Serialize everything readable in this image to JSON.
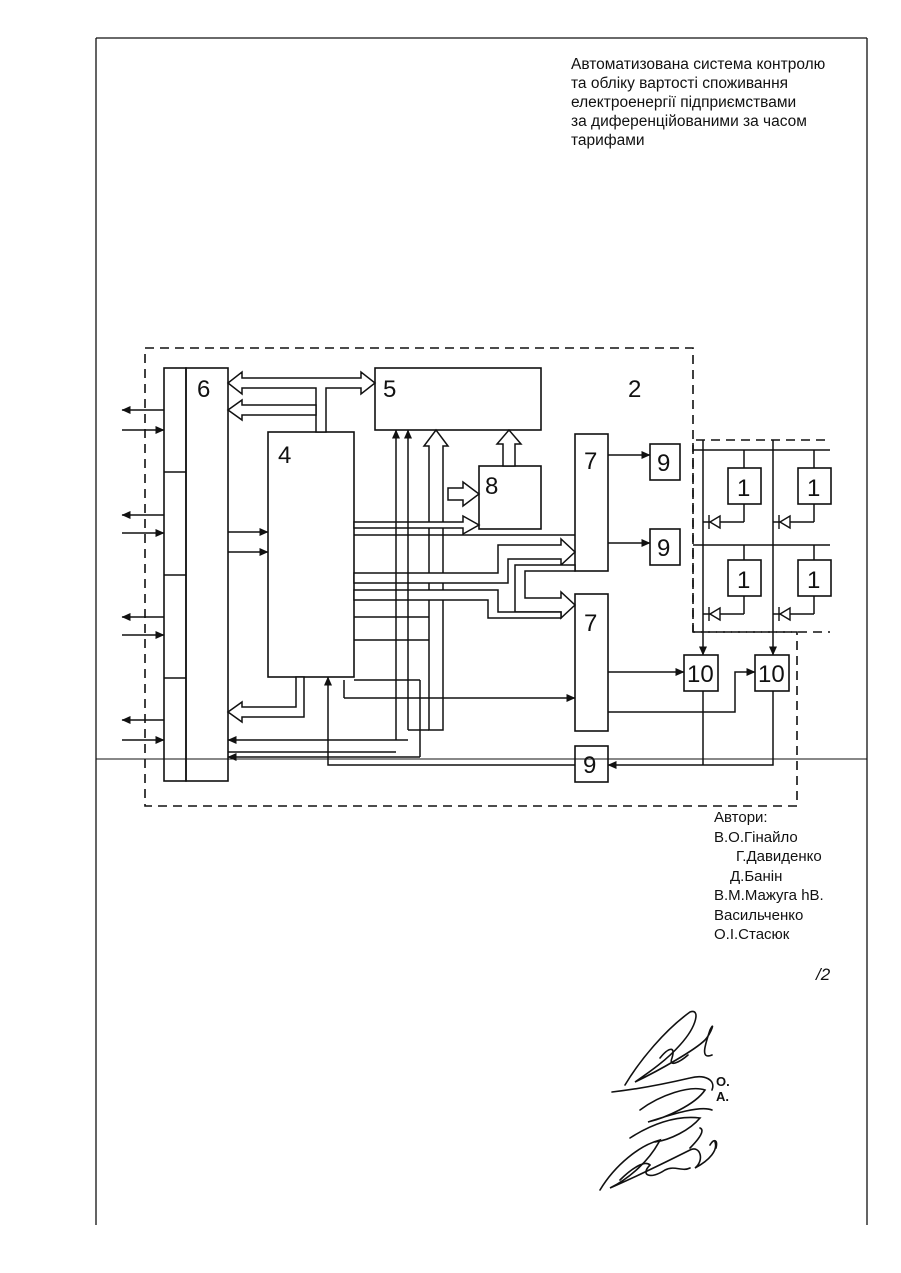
{
  "document": {
    "title_lines": [
      "Автоматизована система контролю",
      "та обліку вартості споживання",
      "електроенергії підприємствами",
      "за диференційованими за часом",
      "тарифами"
    ],
    "authors": {
      "heading": "Автори:",
      "lines": [
        "В.О.Гінайло",
        "Г.Давиденко",
        "Д.Банін",
        "В.М.Мажуга hВ.",
        "Васильченко",
        "О.І.Стасюк"
      ]
    },
    "page_mark": "/2",
    "signature_letters": [
      "О.",
      "А."
    ]
  },
  "diagram": {
    "block_labels": {
      "block_6": "6",
      "block_5": "5",
      "block_2": "2",
      "block_4": "4",
      "block_8": "8",
      "block_7_top": "7",
      "block_7_bottom": "7",
      "block_9_top": "9",
      "block_9_mid": "9",
      "block_9_bottom": "9",
      "block_10_left": "10",
      "block_10_right": "10",
      "meter_1_a": "1",
      "meter_1_b": "1",
      "meter_1_c": "1",
      "meter_1_d": "1"
    }
  }
}
